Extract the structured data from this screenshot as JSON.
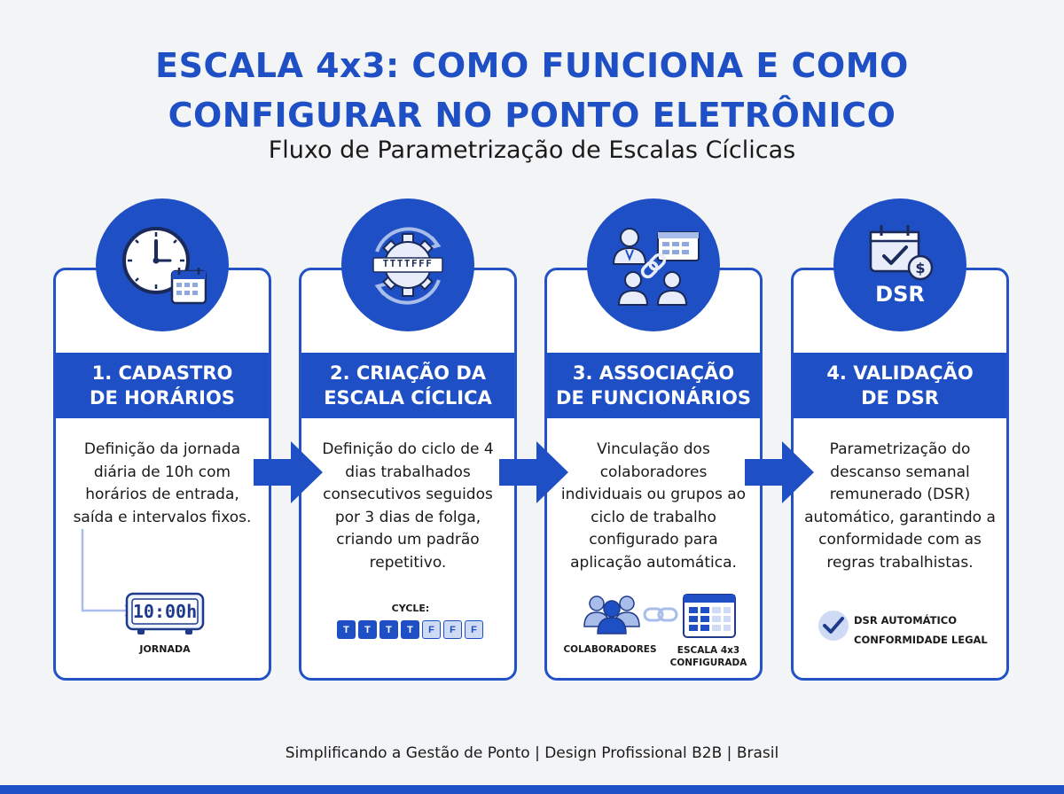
{
  "header": {
    "title_line1": "ESCALA 4x3: COMO FUNCIONA E COMO",
    "title_line2": "CONFIGURAR NO PONTO ELETRÔNICO",
    "subtitle": "Fluxo de Parametrização de Escalas Cíclicas"
  },
  "steps": [
    {
      "title_line1": "1. CADASTRO",
      "title_line2": "DE HORÁRIOS",
      "description": "Definição da jornada diária de 10h com horários de entrada, saída e intervalos fixos.",
      "clock_display": "10:00h",
      "detail_label": "JORNADA"
    },
    {
      "title_line1": "2. CRIAÇÃO DA",
      "title_line2": "ESCALA CÍCLICA",
      "description": "Definição do ciclo de 4 dias trabalhados consecutivos seguidos por 3 dias de folga, criando um padrão repetitivo.",
      "icon_text": "TTTTFFF",
      "cycle_label": "CYCLE:",
      "cycle": [
        "T",
        "T",
        "T",
        "T",
        "F",
        "F",
        "F"
      ]
    },
    {
      "title_line1": "3. ASSOCIAÇÃO",
      "title_line2": "DE FUNCIONÁRIOS",
      "description": "Vinculação dos colaboradores individuais ou grupos ao ciclo de trabalho configurado para aplicação automática.",
      "left_label": "COLABORADORES",
      "right_label_line1": "ESCALA 4x3",
      "right_label_line2": "CONFIGURADA"
    },
    {
      "title_line1": "4. VALIDAÇÃO",
      "title_line2": "DE DSR",
      "description": "Parametrização do descanso semanal remunerado (DSR) automático, garantindo a conformidade com as regras trabalhistas.",
      "icon_text": "DSR",
      "check_line1": "DSR AUTOMÁTICO",
      "check_line2": "CONFORMIDADE LEGAL"
    }
  ],
  "footer": {
    "text": "Simplificando a Gestão de Ponto | Design Profissional B2B | Brasil"
  },
  "colors": {
    "primary": "#1f4fc4",
    "light": "#cfdaf4",
    "background": "#f3f4f6"
  },
  "icons": [
    "clock-calendar-icon",
    "gear-cycle-icon",
    "people-link-icon",
    "calendar-check-dollar-icon",
    "arrow-right-icon",
    "digital-clock-icon",
    "people-group-icon",
    "link-icon",
    "schedule-grid-icon",
    "check-circle-icon"
  ]
}
